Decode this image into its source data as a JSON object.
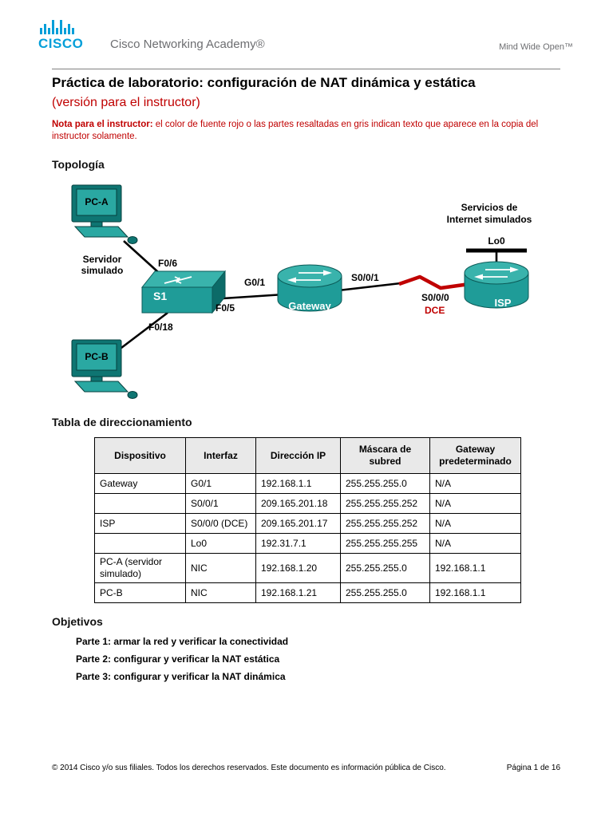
{
  "header": {
    "logo_text": "CISCO",
    "academy": "Cisco Networking Academy®",
    "tagline": "Mind Wide Open™"
  },
  "title": {
    "main": "Práctica de laboratorio: configuración de NAT dinámica y estática",
    "subtitle": "(versión para el instructor)"
  },
  "note": {
    "label": "Nota para el instructor:",
    "text": "el color de fuente rojo o las partes resaltadas en gris indican texto que aparece en la copia del instructor solamente."
  },
  "sections": {
    "topology": "Topología",
    "address_table": "Tabla de direccionamiento",
    "objectives": "Objetivos"
  },
  "topology": {
    "labels": {
      "pc_a": "PC-A",
      "pc_b": "PC-B",
      "servidor": "Servidor simulado",
      "s1": "S1",
      "f0_6": "F0/6",
      "f0_5": "F0/5",
      "f0_18": "F0/18",
      "g0_1": "G0/1",
      "gateway": "Gateway",
      "s0_0_1": "S0/0/1",
      "s0_0_0": "S0/0/0",
      "dce": "DCE",
      "isp": "ISP",
      "lo0": "Lo0",
      "internet": "Servicios de Internet simulados"
    },
    "icons": {
      "pc": "desktop-computer",
      "switch": "workgroup-switch-3d",
      "router": "router-cylinder-arrows",
      "loopback": "loopback-bar"
    }
  },
  "address_table": {
    "columns": [
      "Dispositivo",
      "Interfaz",
      "Dirección IP",
      "Máscara de subred",
      "Gateway predeterminado"
    ],
    "rows": [
      [
        "Gateway",
        "G0/1",
        "192.168.1.1",
        "255.255.255.0",
        "N/A"
      ],
      [
        "",
        "S0/0/1",
        "209.165.201.18",
        "255.255.255.252",
        "N/A"
      ],
      [
        "ISP",
        "S0/0/0 (DCE)",
        "209.165.201.17",
        "255.255.255.252",
        "N/A"
      ],
      [
        "",
        "Lo0",
        "192.31.7.1",
        "255.255.255.255",
        "N/A"
      ],
      [
        "PC-A (servidor simulado)",
        "NIC",
        "192.168.1.20",
        "255.255.255.0",
        "192.168.1.1"
      ],
      [
        "PC-B",
        "NIC",
        "192.168.1.21",
        "255.255.255.0",
        "192.168.1.1"
      ]
    ]
  },
  "objectives": [
    "Parte 1: armar la red y verificar la conectividad",
    "Parte 2: configurar y verificar la NAT estática",
    "Parte 3: configurar y verificar la NAT dinámica"
  ],
  "footer": {
    "left": "© 2014 Cisco y/o sus filiales. Todos los derechos reservados. Este documento es información pública de Cisco.",
    "right": "Página 1 de 16"
  },
  "colors": {
    "cisco_blue": "#049FD9",
    "instructor_red": "#C00000",
    "device_teal": "#1F9C98",
    "serial_cable_red": "#C00000"
  }
}
